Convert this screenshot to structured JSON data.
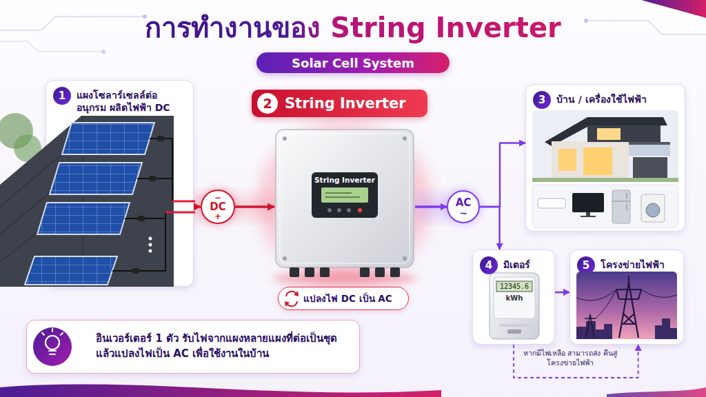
{
  "diagram": {
    "title": "การทำงานของ String Inverter",
    "nodes": [
      {
        "text": [
          "Solar Cell System"
        ]
      },
      {
        "text": [
          "1",
          "แผงโซลาร์เซลล์ต่ออนุกรม ผลิตไฟฟ้า DC"
        ]
      },
      {
        "text": [
          "−",
          "DC",
          "+"
        ]
      },
      {
        "text": [
          "2",
          "String Inverter"
        ]
      },
      {
        "text": [
          "แปลงไฟ DC เป็น AC"
        ]
      },
      {
        "text": [
          "AC",
          "~"
        ]
      },
      {
        "text": [
          "3",
          "บ้าน / เครื่องใช้ไฟฟ้า"
        ]
      },
      {
        "text": [
          "4",
          "มิเตอร์"
        ]
      },
      {
        "text": [
          "5",
          "โครงข่ายไฟฟ้า"
        ]
      },
      {
        "text": [
          "อินเวอร์เตอร์ 1 ตัว รับไฟจากแผงหลายแผงที่ต่อเป็นชุด แล้วแปลงไฟเป็น AC เพื่อใช้งานในบ้าน"
        ]
      }
    ],
    "edges": [
      {
        "from": 1,
        "to": 2,
        "arrow": "to"
      },
      {
        "from": 2,
        "to": 3,
        "arrow": "to"
      },
      {
        "from": 3,
        "to": 5,
        "arrow": "to"
      },
      {
        "from": 5,
        "to": 6,
        "arrow": "to"
      },
      {
        "from": 5,
        "to": 7,
        "arrow": "to"
      },
      {
        "from": 7,
        "to": 8,
        "arrow": "to"
      },
      {
        "from": 7,
        "to": 8,
        "label": "หากมีไฟเหลือ สามารถส่ง คืนสู่โครงข่ายไฟฟ้า",
        "arrow": "to"
      }
    ],
    "labels": [
      "String Inverter",
      "12345.6",
      "kWh"
    ]
  }
}
